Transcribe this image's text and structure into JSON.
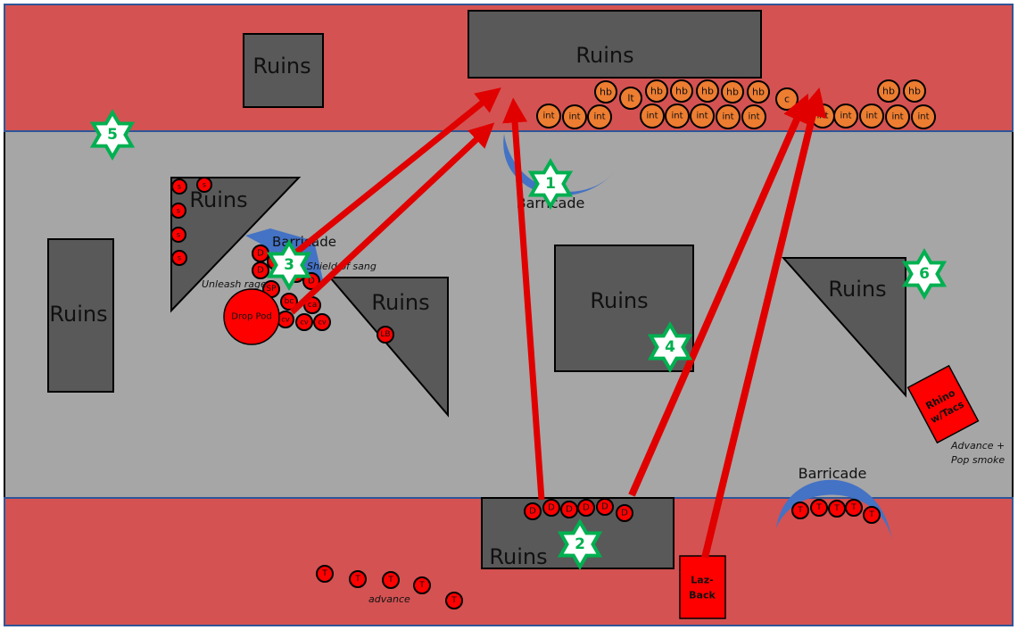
{
  "colors": {
    "deployment_zone": "#d45252",
    "no_mans_land": "#a6a6a6",
    "zone_border": "#2f5597",
    "ruins": "#595959",
    "barricade": "#4472c4",
    "friendly_unit": "#ff0000",
    "enemy_unit": "#ed7d31",
    "arrow": "#e00000",
    "objective_border": "#00b050",
    "objective_fill": "#ffffff"
  },
  "terrain": {
    "ruins_label": "Ruins",
    "barricade_label": "Barricade"
  },
  "objectives": [
    "1",
    "2",
    "3",
    "4",
    "5",
    "6"
  ],
  "vehicles": {
    "drop_pod": "Drop Pod",
    "laz_back": [
      "Laz-",
      "Back"
    ],
    "rhino": [
      "Rhino",
      "w/Tacs"
    ]
  },
  "notes": {
    "unleash_rage": "Unleash rage",
    "shield_of_sang": "Shield of sang",
    "advance": "advance",
    "advance_pop_smoke": [
      "Advance +",
      "Pop smoke"
    ]
  },
  "friendly_units": {
    "scouts": [
      "s",
      "s",
      "s",
      "s",
      "s"
    ],
    "death_company_drop": [
      "D",
      "D",
      "D",
      "D",
      "D",
      "D"
    ],
    "sanguinary_priest": "SP",
    "chaplain": "bc",
    "captain": "ca",
    "command_vets": [
      "cv",
      "cv",
      "cv"
    ],
    "librarian": "LB",
    "devastators": [
      "D",
      "D",
      "D",
      "D",
      "D",
      "D"
    ],
    "tacticals_left": [
      "T",
      "T",
      "T",
      "T",
      "T"
    ],
    "tacticals_right": [
      "T",
      "T",
      "T",
      "T",
      "T"
    ]
  },
  "enemy_units": {
    "heavy_bolters": [
      "hb",
      "hb",
      "hb",
      "hb",
      "hb",
      "hb",
      "hb",
      "hb"
    ],
    "lieutenant": "lt",
    "commissar": "c",
    "intercessors": [
      "int",
      "int",
      "int",
      "int",
      "int",
      "int",
      "int",
      "int",
      "int",
      "int",
      "int",
      "int",
      "int"
    ]
  }
}
